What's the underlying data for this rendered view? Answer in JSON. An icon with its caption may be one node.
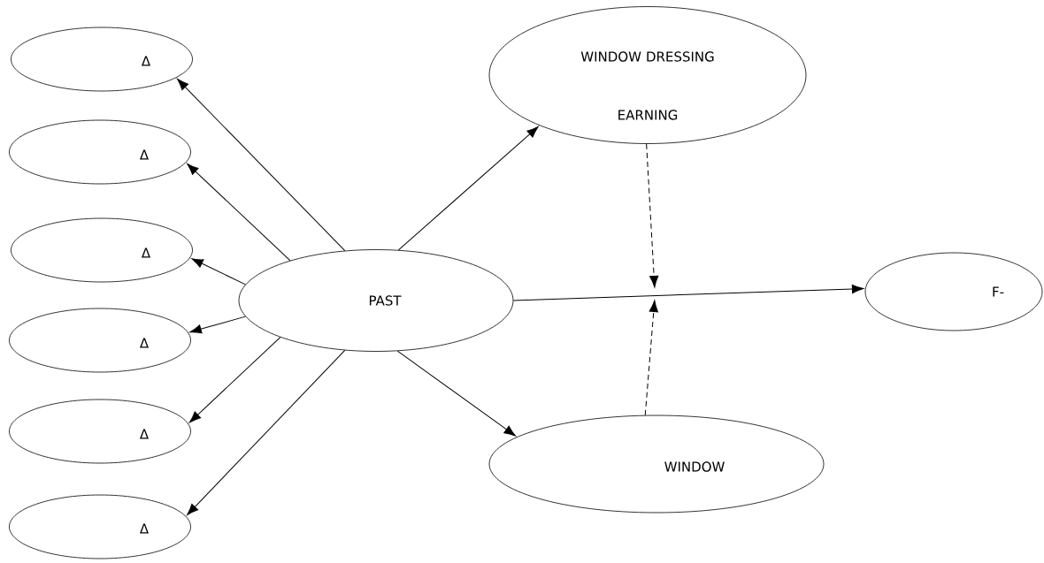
{
  "diagram": {
    "nodes": [
      {
        "text": [
          "Δ"
        ]
      },
      {
        "text": [
          "Δ"
        ]
      },
      {
        "text": [
          "Δ"
        ]
      },
      {
        "text": [
          "Δ"
        ]
      },
      {
        "text": [
          "Δ"
        ]
      },
      {
        "text": [
          "Δ"
        ]
      },
      {
        "text": [
          "PAST"
        ]
      },
      {
        "text": [
          "WINDOW DRESSING EARNING"
        ]
      },
      {
        "text": [
          "WINDOW"
        ]
      },
      {
        "text": [
          "F-"
        ]
      }
    ],
    "edges": [
      {
        "from": 6,
        "to": 0,
        "arrow": "to"
      },
      {
        "from": 6,
        "to": 1,
        "arrow": "to"
      },
      {
        "from": 6,
        "to": 2,
        "arrow": "to"
      },
      {
        "from": 6,
        "to": 3,
        "arrow": "to"
      },
      {
        "from": 6,
        "to": 4,
        "arrow": "to"
      },
      {
        "from": 6,
        "to": 5,
        "arrow": "to"
      },
      {
        "from": 6,
        "to": 7,
        "arrow": "to"
      },
      {
        "from": 6,
        "to": 8,
        "arrow": "to"
      },
      {
        "from": 6,
        "to": 9,
        "arrow": "to"
      },
      {
        "from": 7,
        "to": null,
        "arrow": "to",
        "style": "dashed"
      },
      {
        "from": 8,
        "to": null,
        "arrow": "to",
        "style": "dashed"
      }
    ]
  }
}
